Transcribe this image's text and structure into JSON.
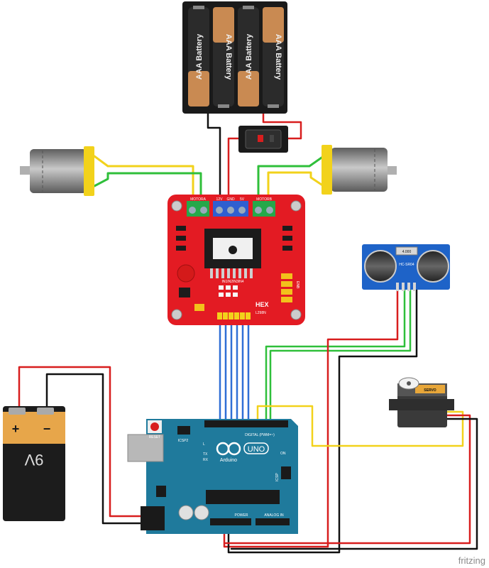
{
  "battery_pack": {
    "cell_labels": [
      "AAA Battery",
      "AAA Battery",
      "AAA Battery",
      "AAA Battery"
    ]
  },
  "motor_driver": {
    "terminal_left": "MOTORA",
    "terminal_right": "MOTORB",
    "pin_12v": "12V",
    "pin_gnd": "GND",
    "pin_5v": "5V",
    "logic_label": "IN1IN2IN3IN4",
    "enable_label": "ENB",
    "brand": "HEX",
    "model": "L298N"
  },
  "ultrasonic": {
    "display": "4.000",
    "model": "HC-SR04"
  },
  "servo": {
    "label": "SERVO"
  },
  "nine_volt": {
    "plus": "+",
    "minus": "−",
    "label": "9V"
  },
  "arduino": {
    "reset": "RESET",
    "icsp2": "ICSP2",
    "brand": "Arduino",
    "model": "UNO",
    "led_l": "L",
    "led_tx": "TX",
    "led_rx": "RX",
    "led_on": "ON",
    "icsp": "ICSP",
    "digital": "DIGITAL (PWM=~)",
    "power": "POWER",
    "analog": "ANALOG IN"
  },
  "watermark": "fritzing",
  "colors": {
    "wire_red": "#d81e1e",
    "wire_black": "#111111",
    "wire_yellow": "#f2d21b",
    "wire_green": "#2fbf3a",
    "wire_blue": "#2f6fd6",
    "driver_board": "#e31b23",
    "arduino_board": "#1f7a9c",
    "sensor_board": "#1e63c8"
  }
}
